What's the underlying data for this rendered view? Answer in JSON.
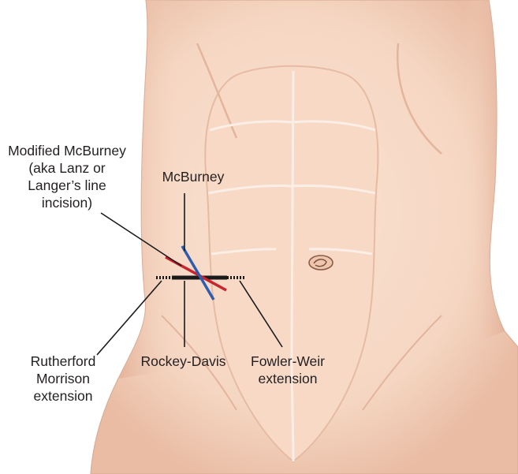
{
  "labels": {
    "modified_mcburney": [
      "Modified McBurney",
      "(aka Lanz or",
      "Langer’s line",
      "incision)"
    ],
    "mcburney": [
      "McBurney"
    ],
    "rutherford_morrison": [
      "Rutherford",
      "Morrison",
      "extension"
    ],
    "rockey_davis": [
      "Rockey-Davis"
    ],
    "fowler_weir": [
      "Fowler-Weir",
      "extension"
    ]
  },
  "colors": {
    "skin": "#f8dcc9",
    "skin_shade": "#ecc2aa",
    "crease": "#fbeee6",
    "outline": "#d9ac95",
    "incision_mcburney": "#2e5db0",
    "incision_modified": "#c8242d",
    "incision_rockey": "#1a1a1a",
    "leader": "#1a1a1a",
    "text": "#231f20"
  }
}
